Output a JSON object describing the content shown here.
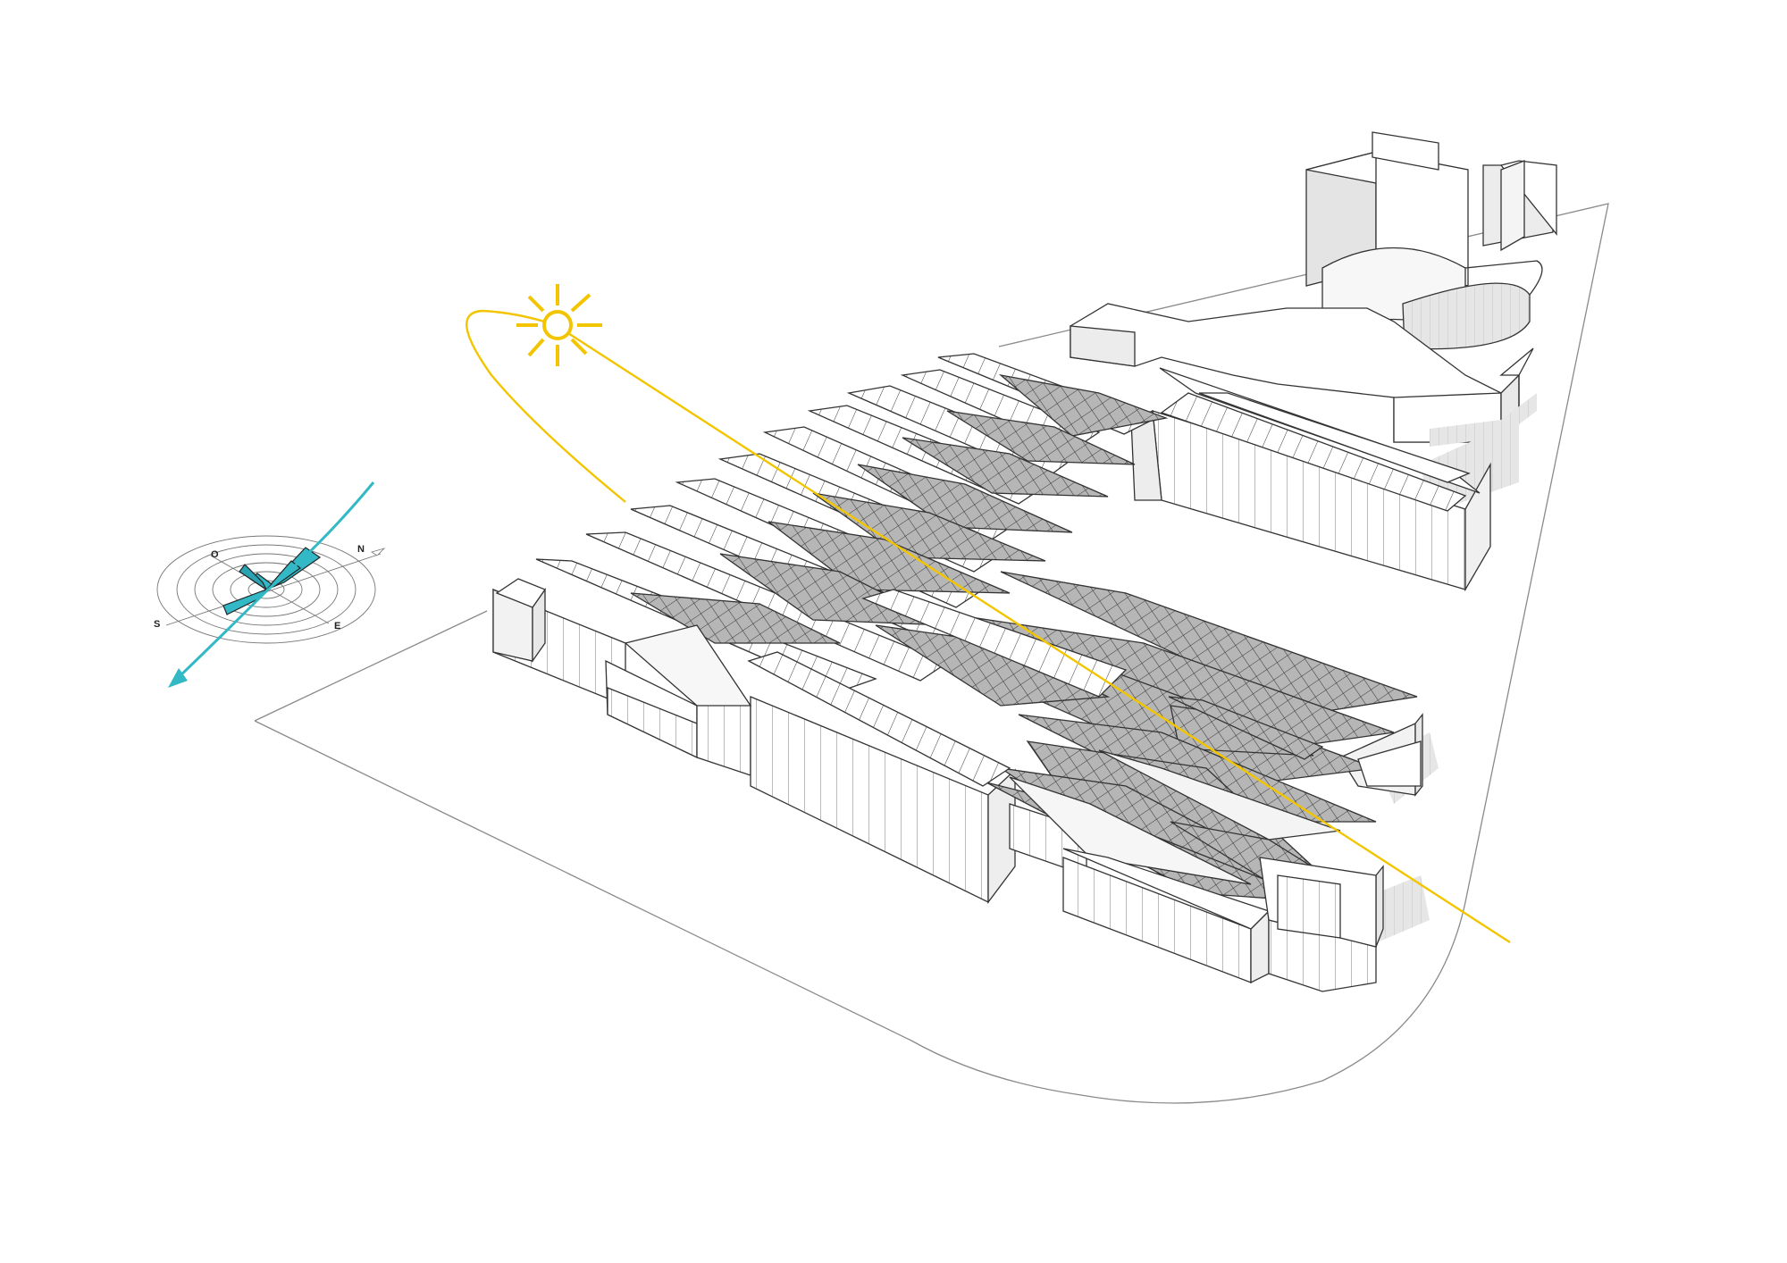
{
  "compass": {
    "labels": {
      "north": "N",
      "south": "S",
      "east": "E",
      "west": "O"
    },
    "rings": 6,
    "wind_color": "#33b8c6"
  },
  "sun": {
    "color": "#f2c500"
  },
  "building": {
    "stroke": "#333333",
    "roof_color": "#d4d4d4",
    "panel_color": "#a9a9a9"
  },
  "site": {
    "stroke": "#8a8a8a"
  }
}
